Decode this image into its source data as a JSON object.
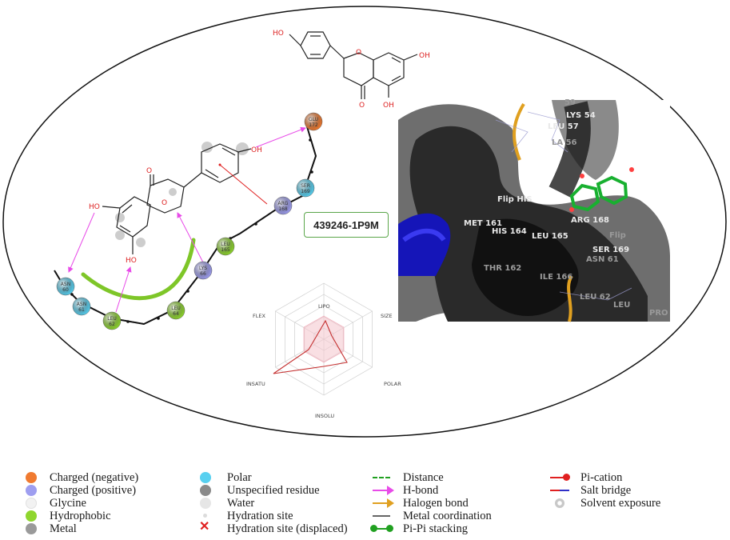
{
  "complex_label": "439246-1P9M",
  "atoms": {
    "top_oh_left": "HO",
    "top_oh_right1": "OH",
    "top_oh_right2": "OH",
    "top_o_ring": "O",
    "top_o_keto": "O",
    "left_oh_upper": "OH",
    "left_o_keto": "O",
    "left_o_ring": "O",
    "left_ho_side": "HO",
    "left_ho_bottom": "HO"
  },
  "residues": [
    {
      "id": "glu172",
      "name": "GLU",
      "num": "172",
      "type": "charged-negative",
      "color": "#f07a30"
    },
    {
      "id": "ser169",
      "name": "SER",
      "num": "169",
      "type": "polar",
      "color": "#58d0f0"
    },
    {
      "id": "arg168",
      "name": "ARG",
      "num": "168",
      "type": "charged-positive",
      "color": "#9e9ef0"
    },
    {
      "id": "leu165",
      "name": "LEU",
      "num": "165",
      "type": "hydrophobic",
      "color": "#8fd62e"
    },
    {
      "id": "lys66",
      "name": "LYS",
      "num": "66",
      "type": "charged-positive",
      "color": "#9e9ef0"
    },
    {
      "id": "leu64",
      "name": "LEU",
      "num": "64",
      "type": "hydrophobic",
      "color": "#8fd62e"
    },
    {
      "id": "leu62",
      "name": "LEU",
      "num": "62",
      "type": "hydrophobic",
      "color": "#8fd62e"
    },
    {
      "id": "asn61",
      "name": "ASN",
      "num": "61",
      "type": "polar",
      "color": "#58d0f0"
    },
    {
      "id": "asn60",
      "name": "ASN",
      "num": "60",
      "type": "polar",
      "color": "#58d0f0"
    }
  ],
  "radar": {
    "axes": [
      "LIPO",
      "SIZE",
      "POLAR",
      "INSOLU",
      "INSATU",
      "FLEX"
    ]
  },
  "photo_labels": {
    "lys54": "LYS 54",
    "leu57": "LEU 57",
    "la56": "LA 56",
    "n59": "59",
    "flip_his": "Flip HIS",
    "met161": "MET 161",
    "his164": "HIS 164",
    "leu165": "LEU 165",
    "arg168": "ARG 168",
    "flip": "Flip",
    "ser169": "SER 169",
    "asn61": "ASN 61",
    "thr162": "THR 162",
    "ile166": "ILE 166",
    "leu62": "LEU 62",
    "leu": "LEU",
    "pro": "PRO"
  },
  "legend": {
    "col1": [
      "Charged (negative)",
      "Charged (positive)",
      "Glycine",
      "Hydrophobic",
      "Metal"
    ],
    "col2": [
      "Polar",
      "Unspecified residue",
      "Water",
      "Hydration site",
      "Hydration site (displaced)"
    ],
    "col3": [
      "Distance",
      "H-bond",
      "Halogen bond",
      "Metal coordination",
      "Pi-Pi stacking"
    ],
    "col4": [
      "Pi-cation",
      "Salt bridge",
      "Solvent exposure"
    ]
  },
  "colors": {
    "charged_negative": "#f07a30",
    "charged_positive": "#9e9ef0",
    "glycine": "#f2f2f2",
    "hydrophobic": "#8fd62e",
    "metal": "#9a9a9a",
    "polar": "#58d0f0",
    "unspecified": "#8a8a8a",
    "water": "#e6e6e6",
    "hbond": "#e84be8",
    "halogen": "#e0a020",
    "pi_cation": "#e02020",
    "salt_bridge": "#3030c8",
    "pipi": "#20a020"
  }
}
